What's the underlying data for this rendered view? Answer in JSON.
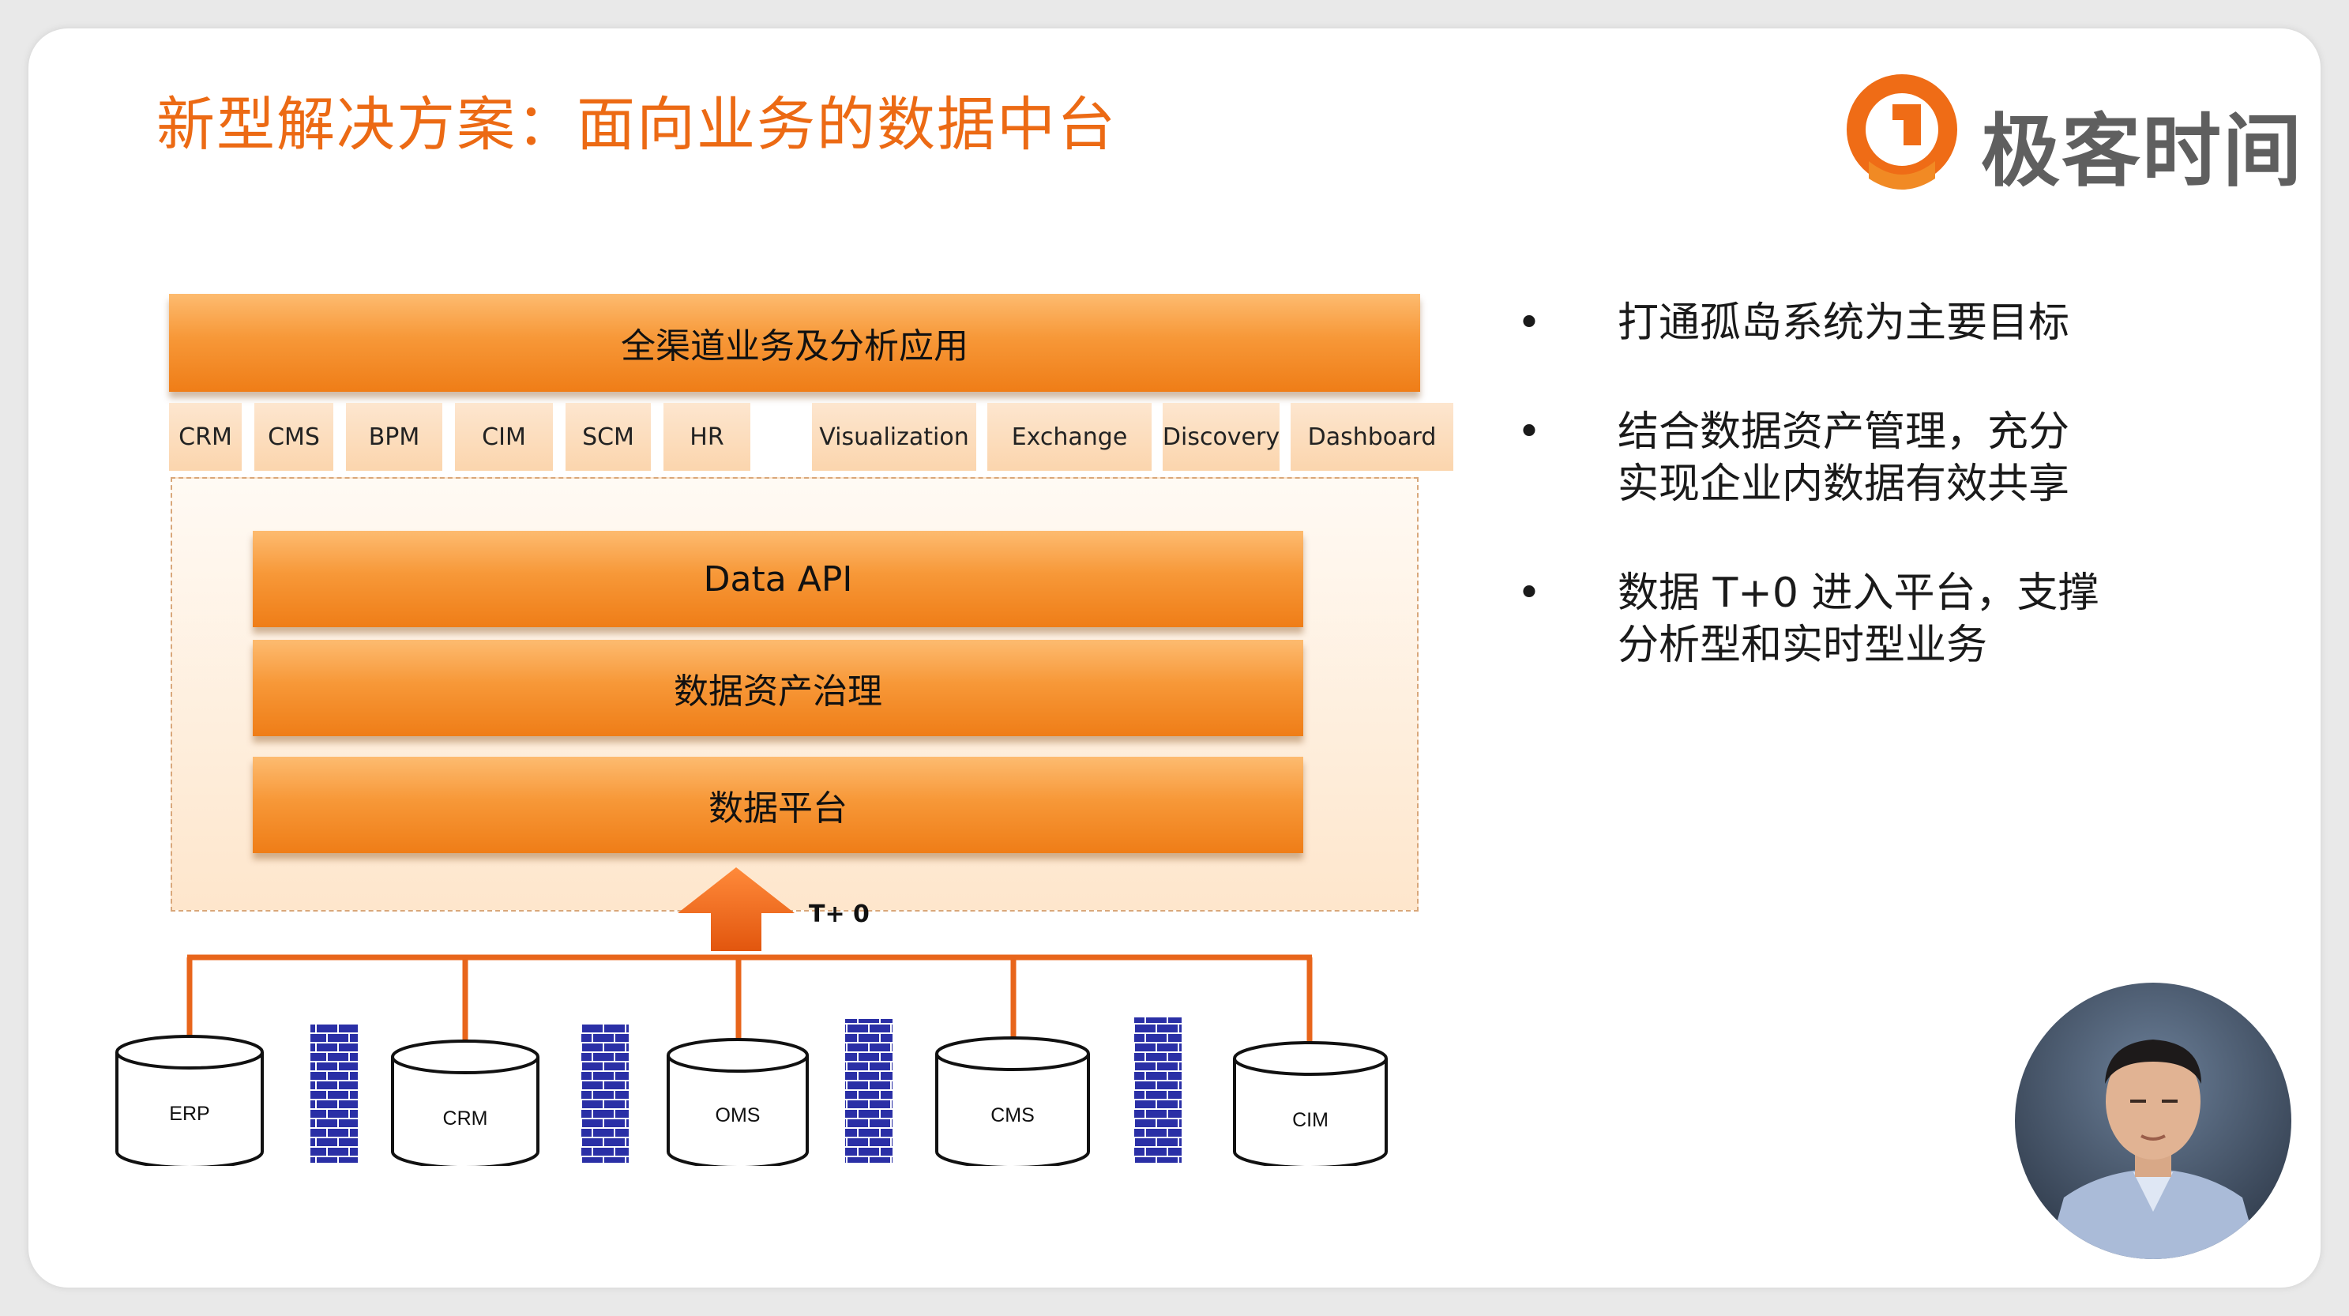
{
  "title": "新型解决方案：面向业务的数据中台",
  "logo": {
    "text": "极客时间",
    "icon": "geektime-logo-icon"
  },
  "diagram": {
    "top_bar": "全渠道业务及分析应用",
    "apps": [
      "CRM",
      "CMS",
      "BPM",
      "CIM",
      "SCM",
      "HR",
      "Visualization",
      "Exchange",
      "Discovery",
      "Dashboard"
    ],
    "layers": [
      "Data API",
      "数据资产治理",
      "数据平台"
    ],
    "arrow_label": "T+ 0",
    "sources": [
      "ERP",
      "CRM",
      "OMS",
      "CMS",
      "CIM"
    ]
  },
  "bullets": [
    {
      "lines": [
        "打通孤岛系统为主要目标"
      ]
    },
    {
      "lines": [
        "结合数据资产管理，充分",
        "实现企业内数据有效共享"
      ]
    },
    {
      "lines": [
        "数据 T+0 进入平台，支撑",
        "分析型和实时型业务"
      ]
    }
  ],
  "bullet_symbol": "•",
  "colors": {
    "accent": "#ec6a14",
    "bar": "#f18a24",
    "firewall": "#2a2fa6",
    "connector": "#e8651b"
  }
}
